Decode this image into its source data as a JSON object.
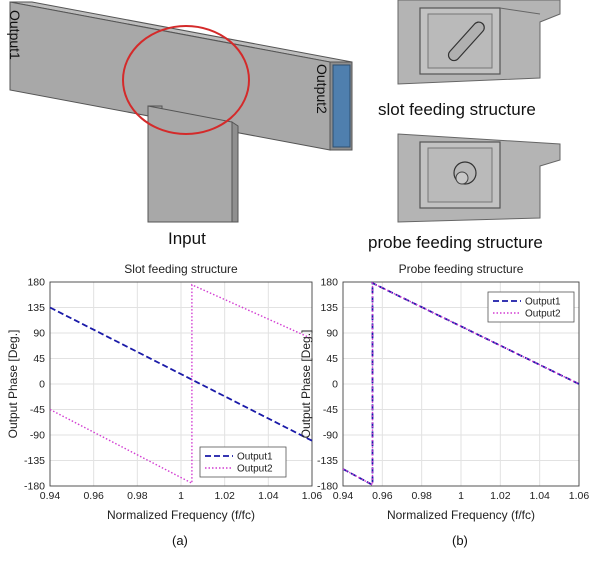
{
  "figure": {
    "labels": {
      "output1": "Output1",
      "output2": "Output2",
      "input": "Input",
      "slot_feeding": "slot feeding structure",
      "probe_feeding": "probe feeding structure"
    },
    "subfig_labels": [
      "(a)",
      "(b)"
    ],
    "colors": {
      "block_face": "#a5a5a5",
      "block_top": "#b9b9b9",
      "block_edge": "#555555",
      "port_blue": "#4f7fae",
      "highlight_circle": "#d42a2a",
      "output1_series": "#1a1aa8",
      "output2_series": "#d23cd2"
    }
  },
  "chart_data": [
    {
      "type": "line",
      "title": "Slot feeding structure",
      "xlabel": "Normalized Frequency (f/fc)",
      "ylabel": "Output Phase [Deg.]",
      "xlim": [
        0.94,
        1.06
      ],
      "ylim": [
        -180,
        180
      ],
      "xticks": [
        "0.94",
        "0.96",
        "0.98",
        "1",
        "1.02",
        "1.04",
        "1.06"
      ],
      "yticks": [
        "180",
        "135",
        "90",
        "45",
        "0",
        "-45",
        "-90",
        "-135",
        "-180"
      ],
      "grid": true,
      "legend_position": "bottom-right",
      "series": [
        {
          "name": "Output1",
          "style": "dashed",
          "x": [
            0.94,
            1.06
          ],
          "y": [
            135,
            -100
          ]
        },
        {
          "name": "Output2",
          "style": "dotted",
          "x": [
            0.94,
            1.005,
            1.005,
            1.06
          ],
          "y": [
            -45,
            -175,
            175,
            80
          ]
        }
      ]
    },
    {
      "type": "line",
      "title": "Probe feeding structure",
      "xlabel": "Normalized Frequency (f/fc)",
      "ylabel": "Output Phase [Deg.]",
      "xlim": [
        0.94,
        1.06
      ],
      "ylim": [
        -180,
        180
      ],
      "xticks": [
        "0.94",
        "0.96",
        "0.98",
        "1",
        "1.02",
        "1.04",
        "1.06"
      ],
      "yticks": [
        "180",
        "135",
        "90",
        "45",
        "0",
        "-45",
        "-90",
        "-135",
        "-180"
      ],
      "grid": true,
      "legend_position": "top-right",
      "series": [
        {
          "name": "Output1",
          "style": "dashed",
          "x": [
            0.94,
            0.955,
            0.955,
            1.06
          ],
          "y": [
            -150,
            -178,
            178,
            0
          ]
        },
        {
          "name": "Output2",
          "style": "dotted",
          "x": [
            0.94,
            0.955,
            0.955,
            1.06
          ],
          "y": [
            -150,
            -178,
            178,
            0
          ]
        }
      ]
    }
  ]
}
